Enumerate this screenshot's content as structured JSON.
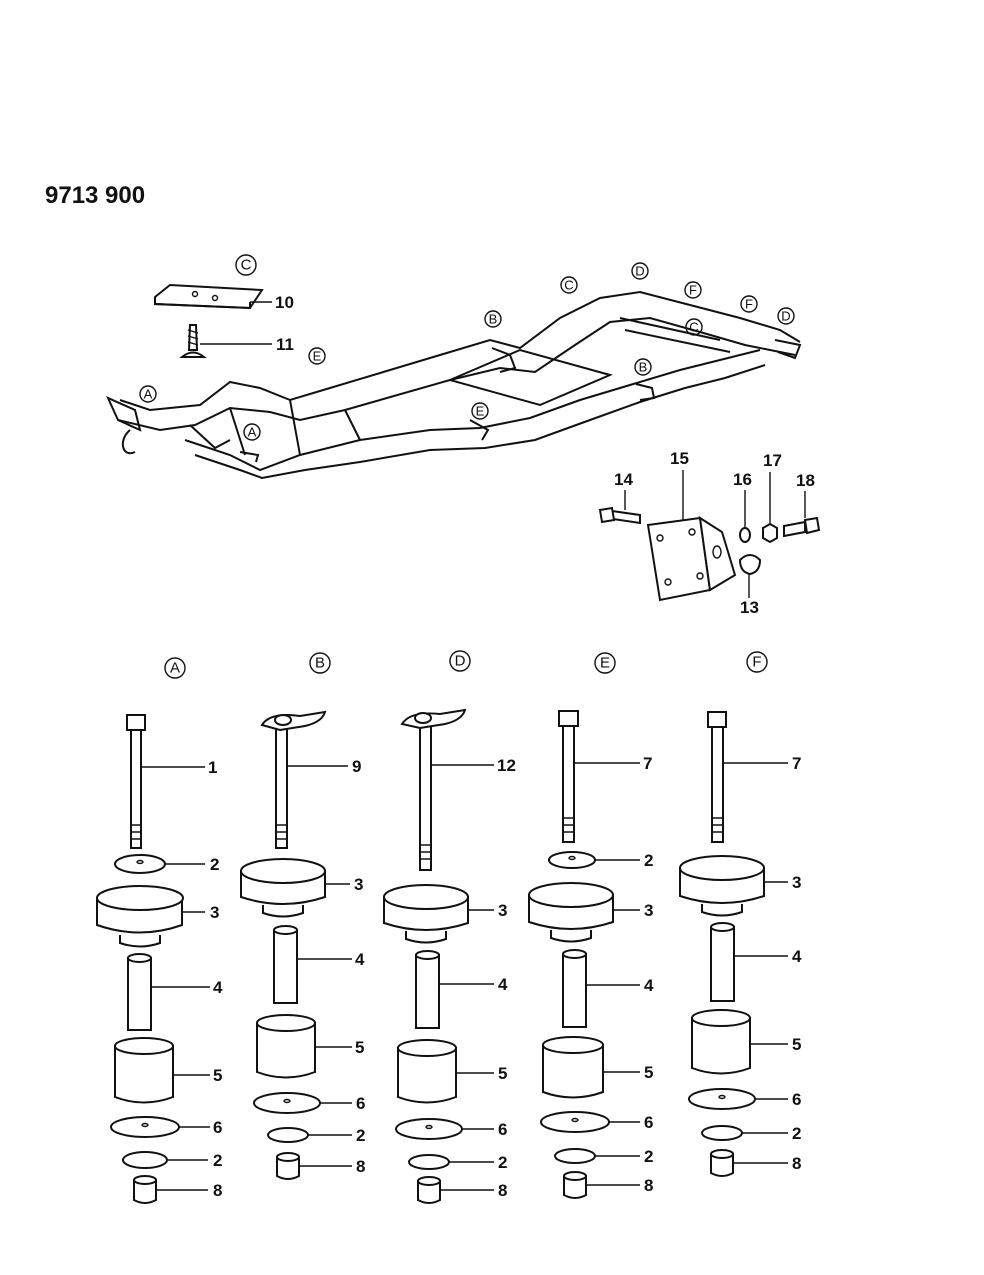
{
  "title": "9713 900",
  "frame": {
    "callouts": [
      "A",
      "A",
      "E",
      "E",
      "B",
      "C",
      "D",
      "F",
      "F",
      "D",
      "C",
      "B"
    ]
  },
  "inset_plate": {
    "letter": "C",
    "labels": [
      "10",
      "11"
    ]
  },
  "bracket": {
    "labels": [
      "14",
      "15",
      "16",
      "17",
      "18",
      "13"
    ]
  },
  "columns": [
    {
      "letter": "A",
      "bolt": "1",
      "labels": [
        "2",
        "3",
        "4",
        "5",
        "6",
        "2",
        "8"
      ]
    },
    {
      "letter": "B",
      "bolt": "9",
      "labels": [
        "3",
        "4",
        "5",
        "6",
        "2",
        "8"
      ]
    },
    {
      "letter": "D",
      "bolt": "12",
      "labels": [
        "3",
        "4",
        "5",
        "6",
        "2",
        "8"
      ]
    },
    {
      "letter": "E",
      "bolt": "7",
      "labels": [
        "2",
        "3",
        "4",
        "5",
        "6",
        "2",
        "8"
      ]
    },
    {
      "letter": "F",
      "bolt": "7",
      "labels": [
        "3",
        "4",
        "5",
        "6",
        "2",
        "8"
      ]
    }
  ]
}
